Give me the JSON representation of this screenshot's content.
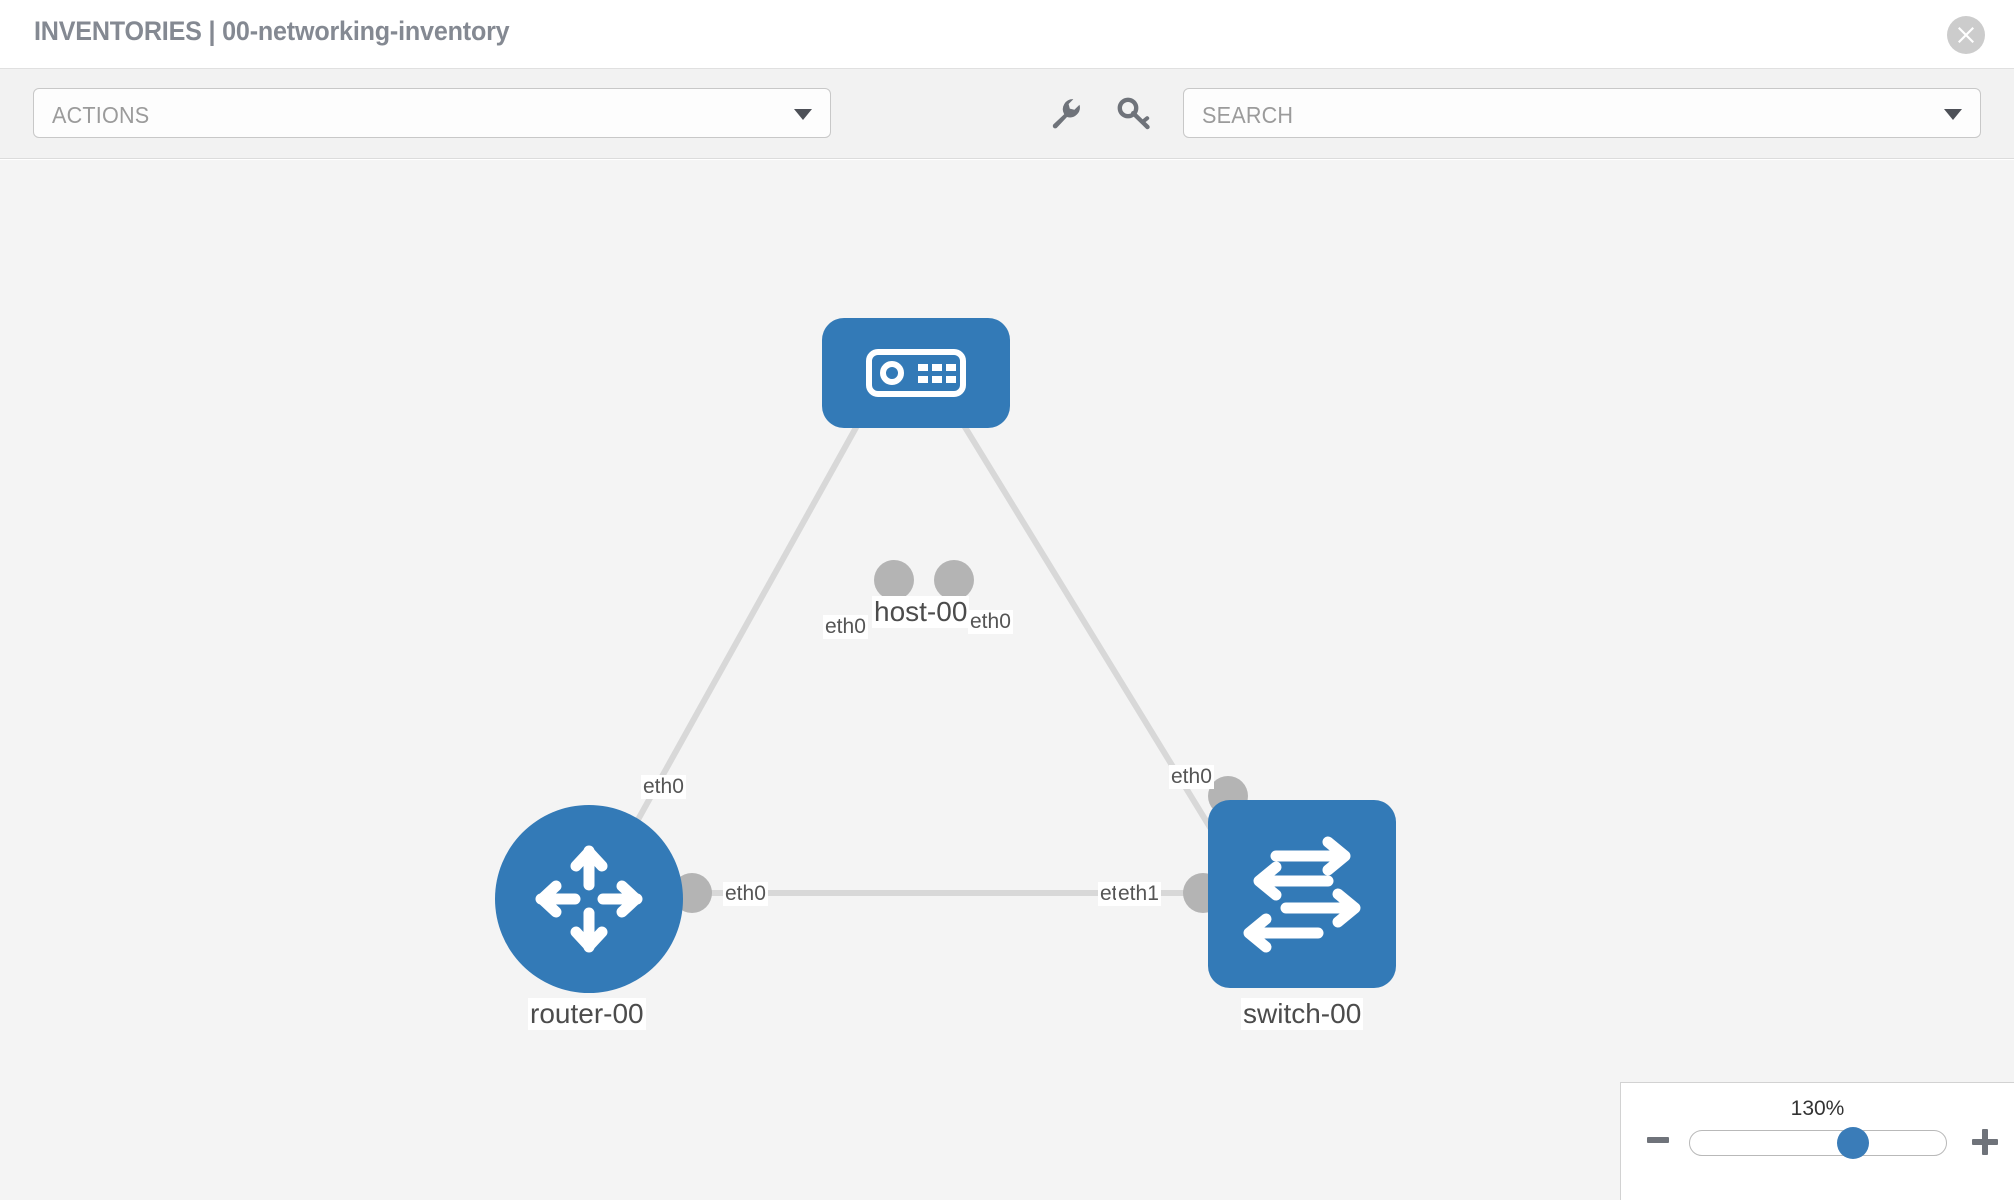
{
  "header": {
    "title": "INVENTORIES | 00-networking-inventory",
    "close_icon": "close-circle-icon"
  },
  "toolbar": {
    "actions": {
      "placeholder": "ACTIONS",
      "caret_icon": "chevron-down-icon"
    },
    "search": {
      "placeholder": "SEARCH",
      "caret_icon": "chevron-down-icon"
    },
    "tools": [
      {
        "icon": "wrench-icon",
        "label": ""
      },
      {
        "icon": "key-icon",
        "label": ""
      }
    ]
  },
  "topology": {
    "nodes": [
      {
        "id": "host-00",
        "label": "host-00",
        "icon": "server-icon",
        "shape": "rounded-square"
      },
      {
        "id": "router-00",
        "label": "router-00",
        "icon": "router-arrows-icon",
        "shape": "circle"
      },
      {
        "id": "switch-00",
        "label": "switch-00",
        "icon": "switch-arrows-icon",
        "shape": "rounded-square"
      }
    ],
    "edge_labels": {
      "host_left": "eth0",
      "host_right": "eth0",
      "router_up": "eth0",
      "switch_up": "eth0",
      "router_right": "eth0",
      "switch_left_under": "eth0",
      "switch_left": "eth1"
    }
  },
  "zoom": {
    "value": "130%",
    "minus_icon": "minus-icon",
    "plus_icon": "plus-icon",
    "slider_name": "zoom-slider"
  },
  "colors": {
    "node_blue": "#337ab7",
    "port_gray": "#b4b4b4",
    "edge_gray": "#d8d8d8",
    "canvas_bg": "#f4f4f4",
    "title_gray": "#848992"
  }
}
